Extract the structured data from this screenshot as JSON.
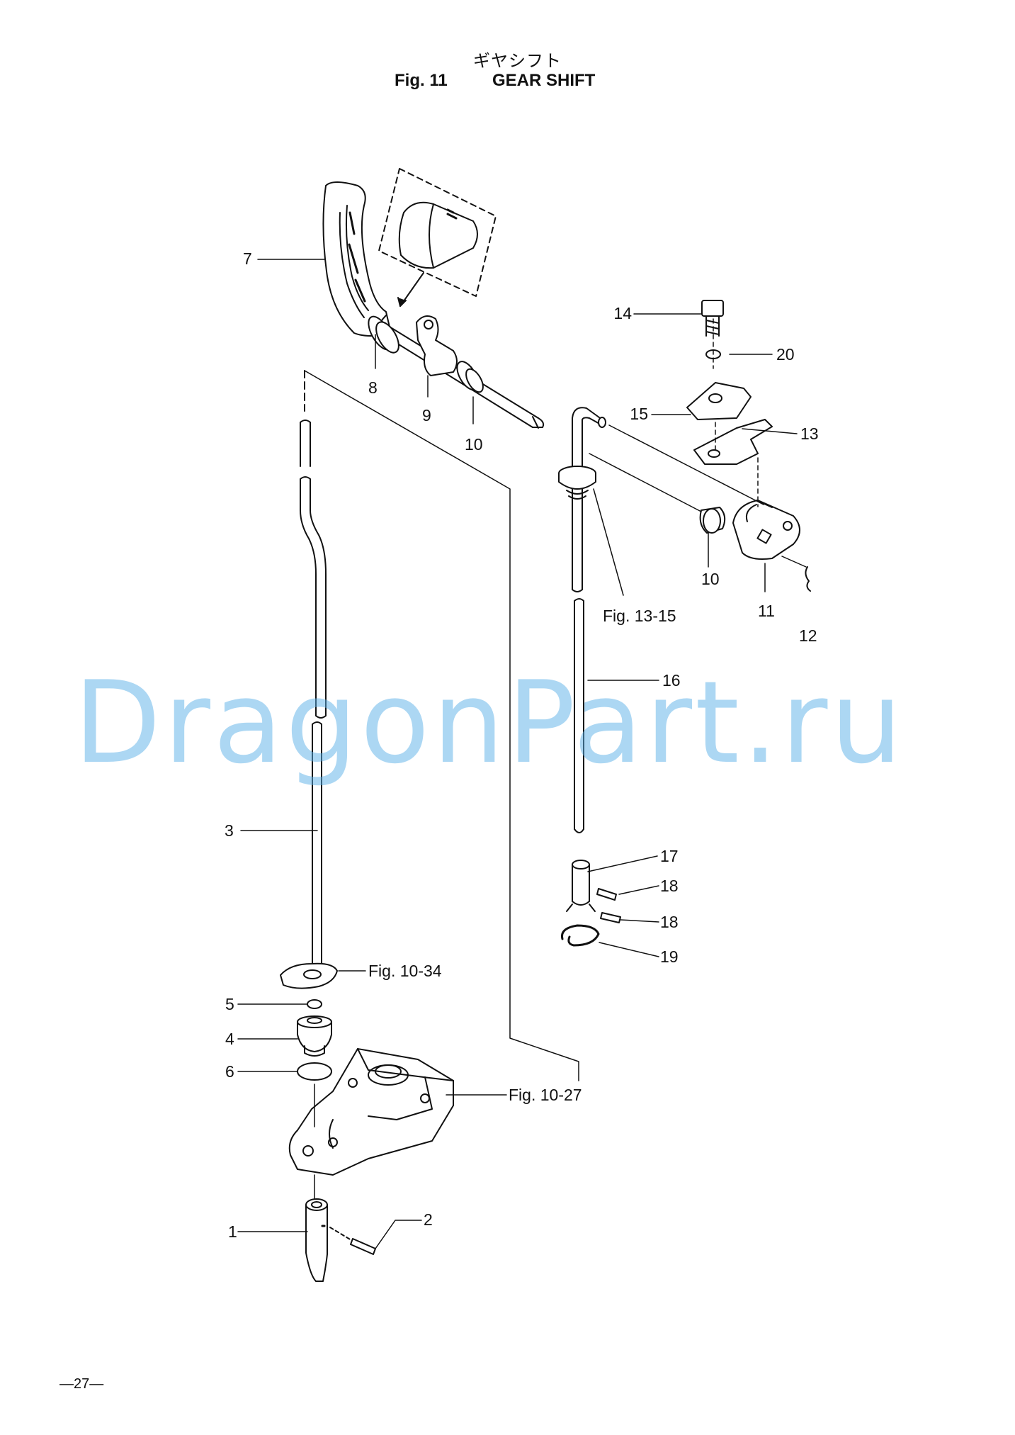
{
  "header": {
    "title_jp": "ギヤシフト",
    "fig_number": "Fig. 11",
    "title_en": "GEAR SHIFT"
  },
  "watermark": "DragonPart.ru",
  "page_number": "—27—",
  "parts": {
    "p1": "1",
    "p2": "2",
    "p3": "3",
    "p4": "4",
    "p5": "5",
    "p6": "6",
    "p7": "7",
    "p8": "8",
    "p9": "9",
    "p10a": "10",
    "p10b": "10",
    "p11": "11",
    "p12": "12",
    "p13": "13",
    "p14": "14",
    "p15": "15",
    "p16": "16",
    "p17": "17",
    "p18a": "18",
    "p18b": "18",
    "p19": "19",
    "p20": "20"
  },
  "references": {
    "fig_13_15": "Fig. 13-15",
    "fig_10_34": "Fig. 10-34",
    "fig_10_27": "Fig. 10-27"
  },
  "colors": {
    "ink": "#111111",
    "watermark": "#5bb0e8"
  }
}
